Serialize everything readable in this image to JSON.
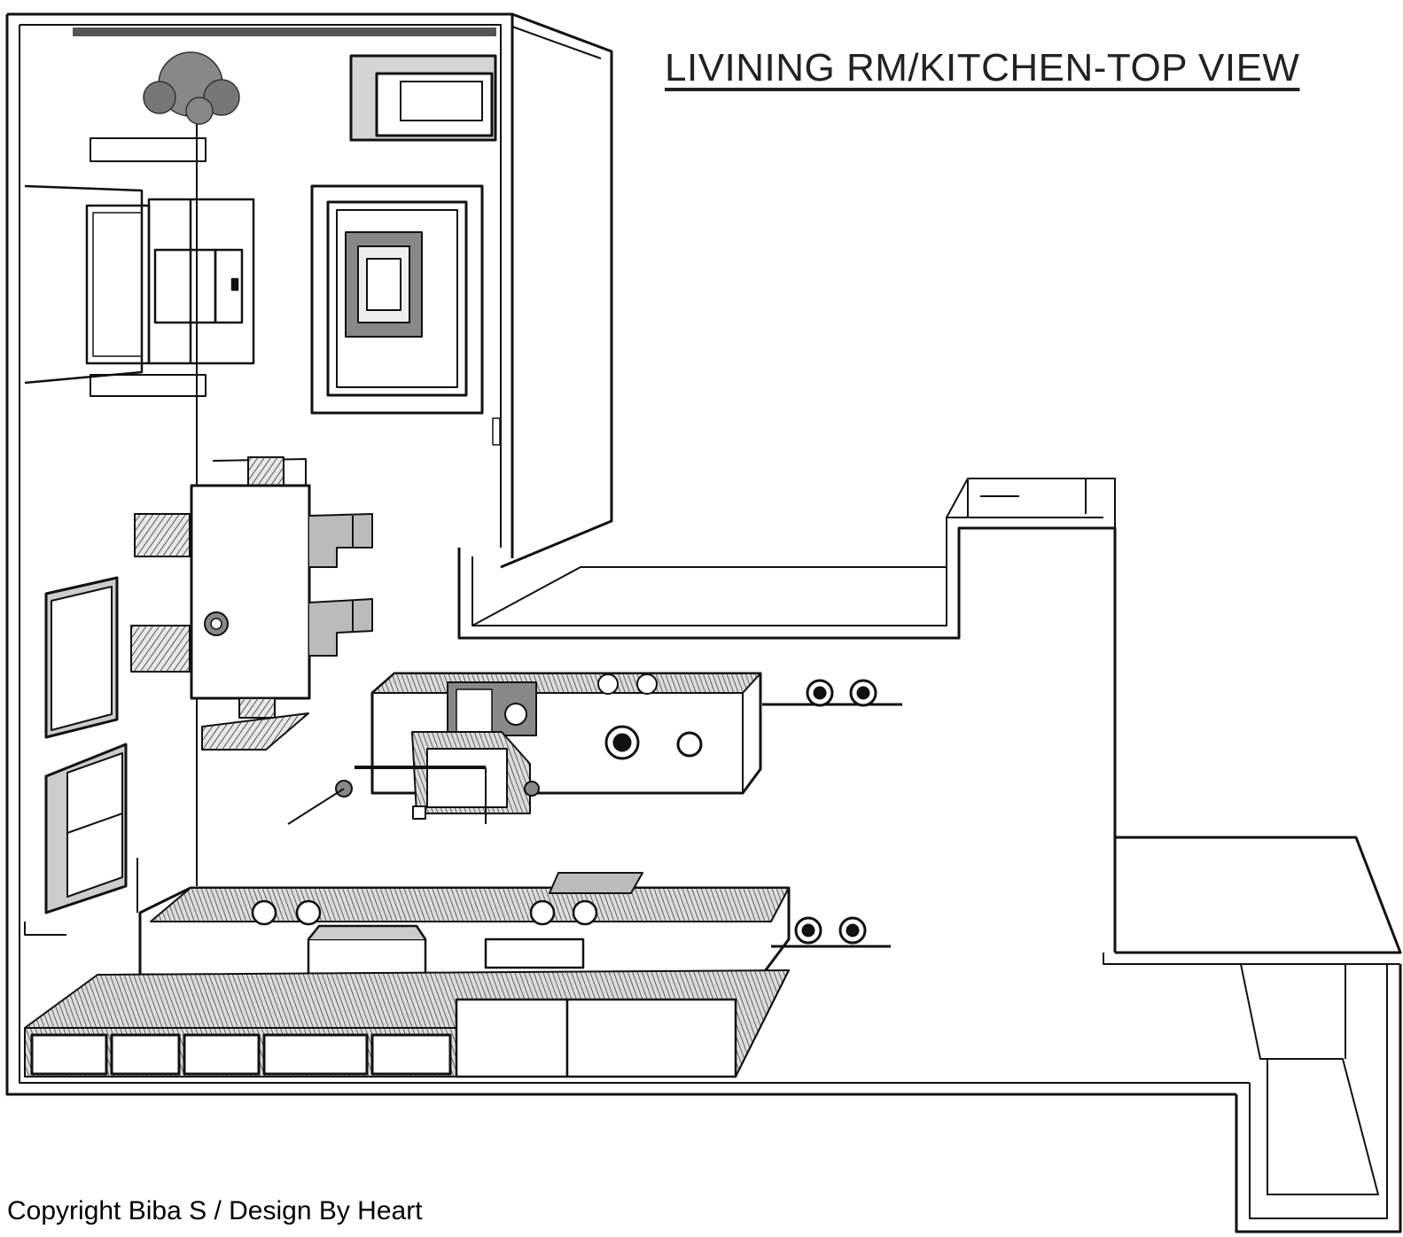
{
  "title": "LIVINING RM/KITCHEN-TOP VIEW",
  "copyright": "Copyright Biba S / Design By Heart",
  "colors": {
    "line": "#111111",
    "background": "#ffffff",
    "hatch": "#555555",
    "dark_fill": "#777777",
    "light_fill": "#cfcfcf"
  },
  "elements": {
    "living_room": [
      "plant",
      "sofa",
      "end-table",
      "rug",
      "dining-table",
      "dining-chairs",
      "framed-pictures",
      "window"
    ],
    "kitchen": [
      "island-with-cooktop",
      "oven",
      "stools",
      "counter-run",
      "sink",
      "cabinets",
      "bar-stools"
    ],
    "other": [
      "fireplace",
      "breakfast-bar",
      "stairs"
    ]
  }
}
